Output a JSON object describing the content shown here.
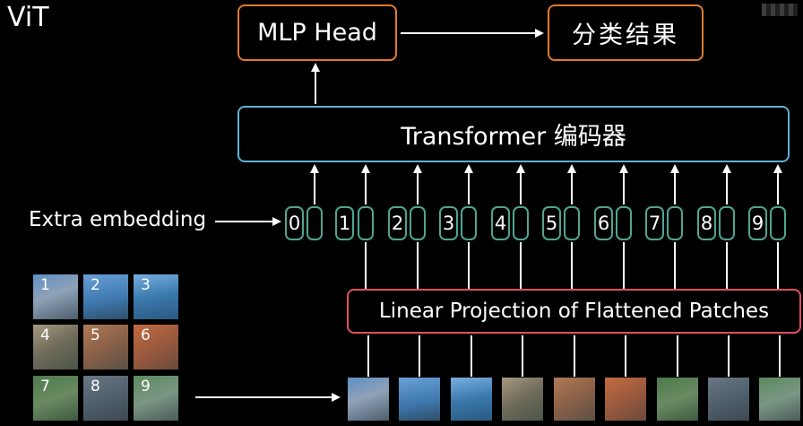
{
  "title": "ViT",
  "mlp_head": "MLP Head",
  "result": "分类结果",
  "encoder": "Transformer 编码器",
  "projection": "Linear Projection of Flattened Patches",
  "extra_embedding": "Extra embedding",
  "tokens": [
    "0",
    "1",
    "2",
    "3",
    "4",
    "5",
    "6",
    "7",
    "8",
    "9"
  ],
  "grid_labels": [
    "1",
    "2",
    "3",
    "4",
    "5",
    "6",
    "7",
    "8",
    "9"
  ],
  "colors": {
    "orange": "#e07b2c",
    "blue": "#5bb3d6",
    "red": "#e05060",
    "green": "#4fa592"
  }
}
